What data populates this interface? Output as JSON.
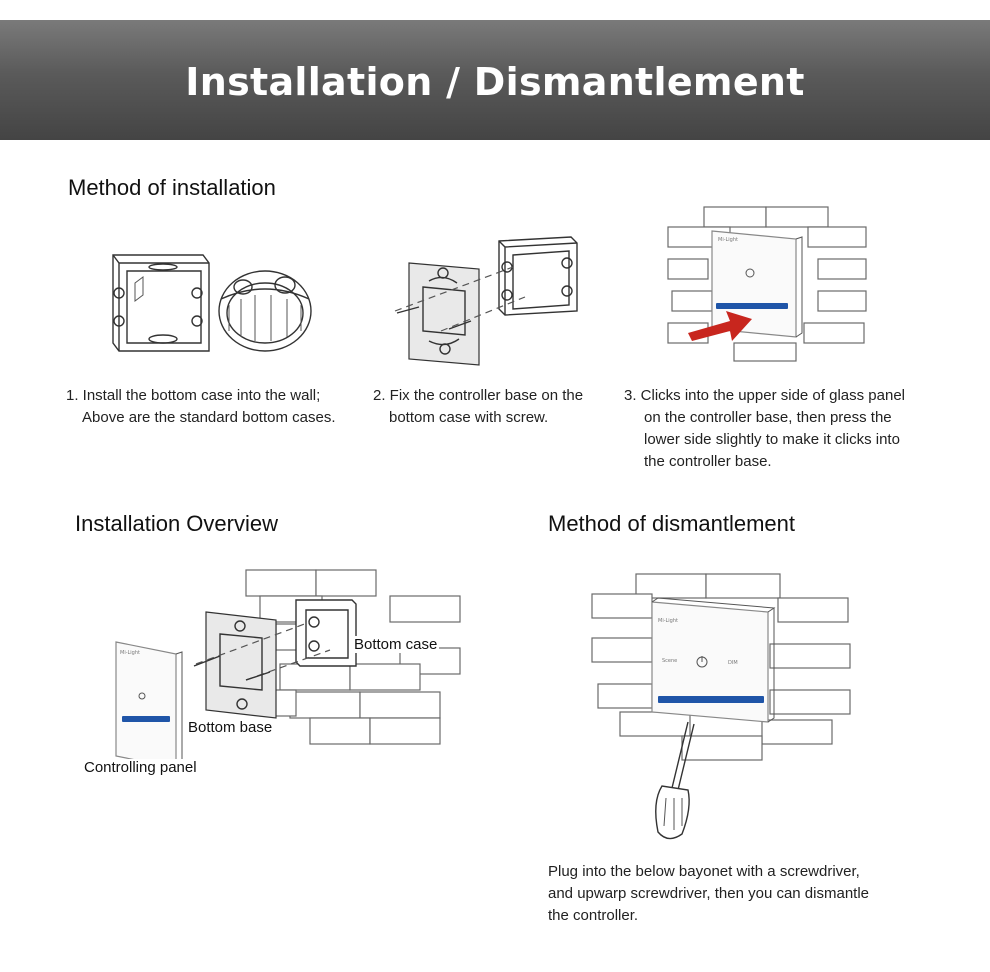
{
  "banner": {
    "title": "Installation / Dismantlement"
  },
  "installation": {
    "heading": "Method of installation",
    "steps": [
      {
        "lines": [
          "1. Install the bottom case into the wall;",
          "Above are the standard bottom cases."
        ]
      },
      {
        "lines": [
          "2. Fix the controller base on the",
          "bottom case with screw."
        ]
      },
      {
        "lines": [
          "3. Clicks into the upper side of glass panel",
          "on the controller base, then press the",
          "lower side slightly to make it clicks into",
          "the controller base."
        ]
      }
    ]
  },
  "overview": {
    "heading": "Installation Overview",
    "labels": {
      "bottom_case": "Bottom case",
      "bottom_base": "Bottom base",
      "controlling_panel": "Controlling panel"
    }
  },
  "dismantlement": {
    "heading": "Method of dismantlement",
    "lines": [
      "Plug into the below bayonet with a screwdriver,",
      "and upwarp screwdriver, then you can dismantle",
      "the controller."
    ]
  },
  "colors": {
    "banner_top": "#7a7a7a",
    "banner_bottom": "#444444",
    "accent_arrow": "#c8261e",
    "panel_buttons": "#1f55a8"
  },
  "icons": {
    "arrow": "press-arrow-icon",
    "power": "power-icon",
    "screwdriver": "screwdriver-icon"
  }
}
